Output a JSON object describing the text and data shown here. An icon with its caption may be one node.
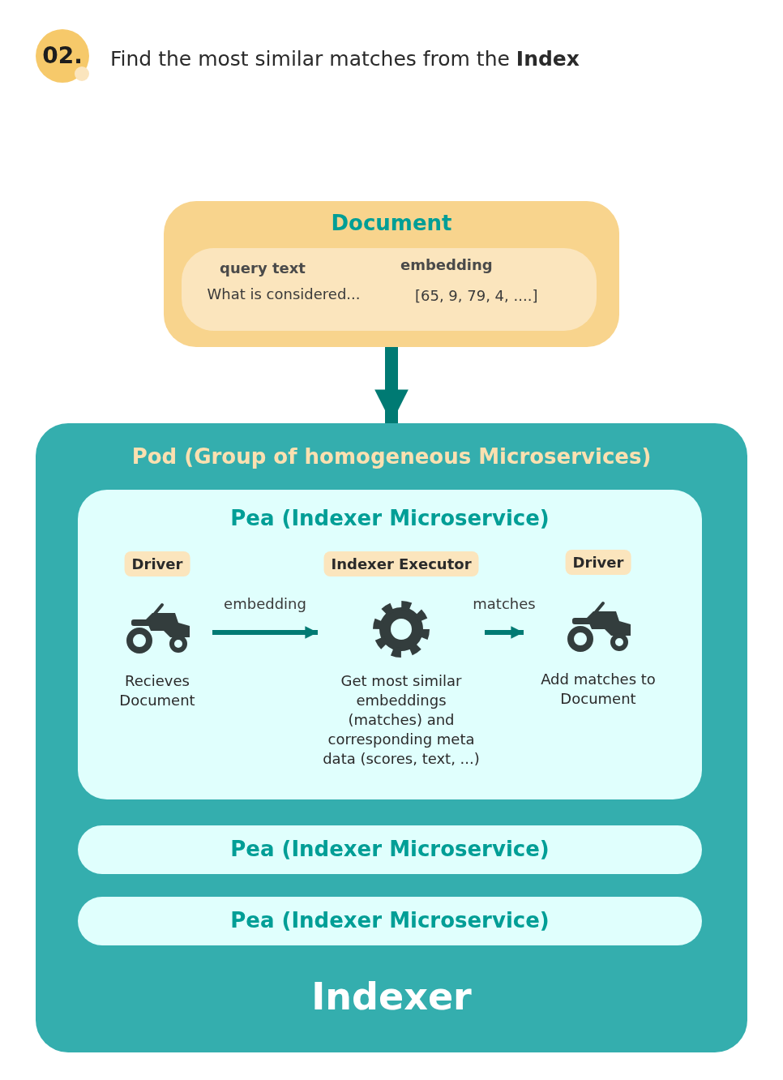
{
  "diagram": {
    "title": "Find the most similar matches from the **Index**",
    "nodes": [
      {
        "text": [
          "Document"
        ]
      },
      {
        "text": [
          "query text",
          "What is considered...",
          "embedding",
          "[65, 9, 79, 4, ....]"
        ],
        "in": 0
      },
      {
        "text": [
          "Pod (Group of homogeneous Microservices)",
          "Indexer"
        ]
      },
      {
        "text": [
          "Pea (Indexer Microservice)"
        ],
        "in": 2
      },
      {
        "text": [
          "Driver",
          "Recieves Document"
        ],
        "in": 3
      },
      {
        "text": [
          "Indexer Executor",
          "Get most similar embeddings (matches) and corresponding meta data (scores, text, ...)"
        ],
        "in": 3
      },
      {
        "text": [
          "Driver",
          "Add matches to Document"
        ],
        "in": 3
      },
      {
        "text": [
          "Pea (Indexer Microservice)"
        ],
        "in": 2
      },
      {
        "text": [
          "Pea (Indexer Microservice)"
        ],
        "in": 2
      }
    ],
    "edges": [
      {
        "from": 0,
        "to": 2,
        "arrow": "to",
        "style": "thick"
      },
      {
        "from": 4,
        "to": 5,
        "arrow": "to",
        "label": "embedding"
      },
      {
        "from": 5,
        "to": 6,
        "arrow": "to",
        "label": "matches"
      }
    ],
    "labels": [
      "02."
    ]
  }
}
